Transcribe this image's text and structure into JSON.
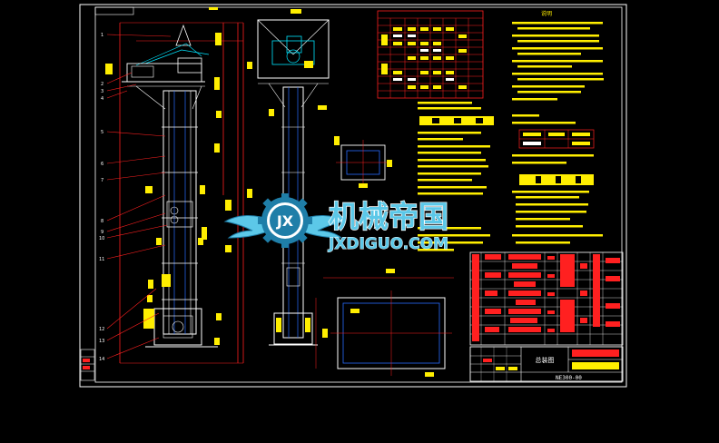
{
  "drawing": {
    "background": "#000000",
    "frame_color": "#ffffff",
    "accent_colors": {
      "red": "#ff2020",
      "yellow": "#ffee00",
      "cyan": "#00e5ff",
      "blue": "#2a6cff",
      "white": "#ffffff",
      "magenta": "#ff40ff"
    },
    "callouts_left": [
      "1",
      "2",
      "3",
      "4",
      "5",
      "6",
      "7",
      "8",
      "9",
      "10",
      "11",
      "12",
      "13",
      "14"
    ],
    "parameter_table_header": [
      "",
      "",
      "",
      "",
      "",
      "",
      "",
      ""
    ],
    "notes_title": "说明",
    "title_block": {
      "drawing_name": "总装图",
      "company": "",
      "drawing_number": "NE300-00"
    }
  },
  "watermark": {
    "brand_chinese": "机械帝国",
    "brand_latin": "JXDIGUO.COM",
    "badge_letters": "JX",
    "badge_color": "#1f7ea8",
    "text_color": "#5cc8e8"
  }
}
